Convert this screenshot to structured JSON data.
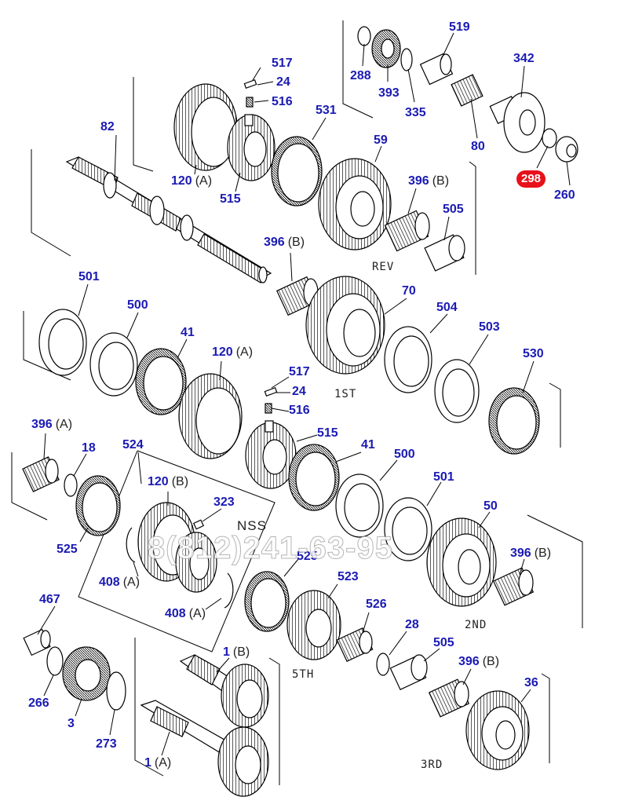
{
  "callouts": {
    "c517a": "517",
    "c24a": "24",
    "c516a": "516",
    "c82": "82",
    "c531": "531",
    "c120a": "120",
    "c120a_s": "(A)",
    "c515a": "515",
    "c59": "59",
    "c396b1": "396",
    "c396b1_s": "(B)",
    "c505a": "505",
    "c288": "288",
    "c393": "393",
    "c335": "335",
    "c519": "519",
    "c80": "80",
    "c342": "342",
    "c298": "298",
    "c260": "260",
    "c396b2": "396",
    "c396b2_s": "(B)",
    "c501a": "501",
    "c500a": "500",
    "c41a": "41",
    "c120b": "120",
    "c120b_s": "(A)",
    "c70": "70",
    "c504": "504",
    "c503": "503",
    "c530": "530",
    "c517b": "517",
    "c24b": "24",
    "c516b": "516",
    "c515b": "515",
    "c396a": "396",
    "c396a_s": "(A)",
    "c18": "18",
    "c524": "524",
    "c120c": "120",
    "c120c_s": "(B)",
    "c323": "323",
    "c41b": "41",
    "c500b": "500",
    "c501b": "501",
    "c50": "50",
    "c396b3": "396",
    "c396b3_s": "(B)",
    "c525a": "525",
    "c408a": "408",
    "c408a_s": "(A)",
    "c525b": "525",
    "c408b": "408",
    "c408b_s": "(A)",
    "c523": "523",
    "c467": "467",
    "c526": "526",
    "c28": "28",
    "c505b": "505",
    "c1b": "1",
    "c1b_s": "(B)",
    "c396b4": "396",
    "c396b4_s": "(B)",
    "c36": "36",
    "c266": "266",
    "c3": "3",
    "c273": "273",
    "c1a": "1",
    "c1a_s": "(A)"
  },
  "sections": {
    "rev": "REV",
    "first": "1ST",
    "second": "2ND",
    "fifth": "5TH",
    "third": "3RD",
    "nss": "NSS"
  },
  "watermark": "8(812)241-63-95",
  "colors": {
    "callout": "#1a1ab4",
    "highlight": "#e8101a",
    "line": "#000000"
  }
}
